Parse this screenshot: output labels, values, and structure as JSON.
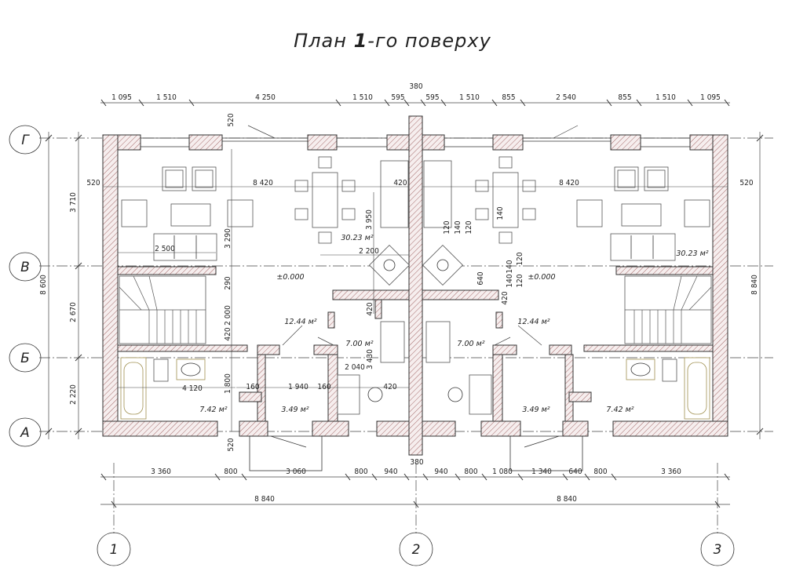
{
  "title": {
    "prefix": "План ",
    "bold": "1",
    "suffix": "-го поверху"
  },
  "axes": {
    "rows": [
      "Г",
      "В",
      "Б",
      "А"
    ],
    "cols": [
      "1",
      "2",
      "3"
    ]
  },
  "dims": {
    "top": [
      "1 095",
      "1 510",
      "4 250",
      "1 510",
      "595",
      "380",
      "595",
      "1 510",
      "855",
      "2 540",
      "855",
      "1 510",
      "1 095"
    ],
    "bottom": [
      "3 360",
      "800",
      "3 060",
      "800",
      "940",
      "380",
      "940",
      "800",
      "1 080",
      "1 340",
      "640",
      "800",
      "3 360"
    ],
    "bottom_total": [
      "8 840",
      "8 840"
    ],
    "left_segments": [
      "3 710",
      "2 670",
      "2 220"
    ],
    "left_total": "8 600",
    "right_total": "8 840",
    "inner": [
      "520",
      "520",
      "520",
      "8 420",
      "8 420",
      "420",
      "420",
      "3 950",
      "3 290",
      "2 500",
      "2 200",
      "290",
      "2 000",
      "420",
      "1 800",
      "4 120",
      "160",
      "1 940",
      "160",
      "2 040",
      "420",
      "3 430",
      "120",
      "140",
      "120",
      "140",
      "120",
      "640",
      "140",
      "120",
      "140",
      "420",
      "520",
      "380"
    ]
  },
  "rooms": {
    "living_left": "30.23 м²",
    "living_right": "30.23 м²",
    "stair_left": "12.44 м²",
    "stair_right": "12.44 м²",
    "hall_left": "7.00 м²",
    "hall_right": "7.00 м²",
    "bath_left": "7.42 м²",
    "bath_right": "7.42 м²",
    "wc_left": "3.49 м²",
    "wc_right": "3.49 м²",
    "level_left": "±0.000",
    "level_right": "±0.000"
  }
}
